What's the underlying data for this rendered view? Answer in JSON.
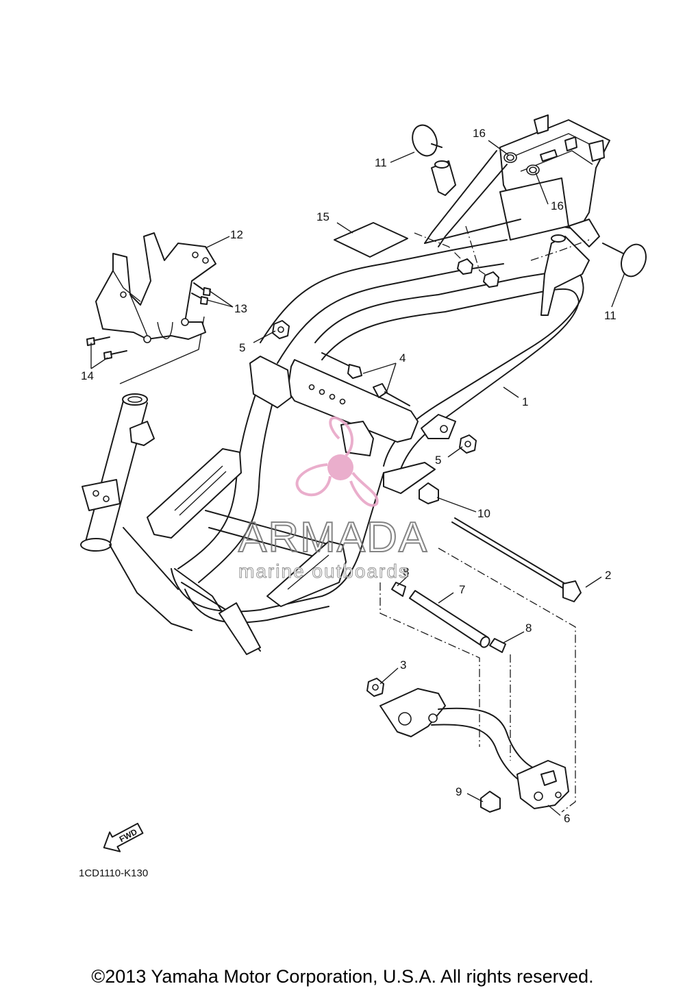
{
  "diagram": {
    "part_code": "1CD1110-K130",
    "callouts": {
      "c1": "1",
      "c2": "2",
      "c3": "3",
      "c4": "4",
      "c5a": "5",
      "c5b": "5",
      "c6": "6",
      "c7": "7",
      "c8a": "8",
      "c8b": "8",
      "c9": "9",
      "c10": "10",
      "c11a": "11",
      "c11b": "11",
      "c12": "12",
      "c13": "13",
      "c14": "14",
      "c15": "15",
      "c16a": "16",
      "c16b": "16"
    },
    "fwd_label": "FWD",
    "watermark": {
      "name": "ARMADA",
      "tagline": "marine outboards",
      "logo_color": "#e8a6c7"
    },
    "copyright": "©2013 Yamaha Motor Corporation, U.S.A. All rights reserved."
  }
}
